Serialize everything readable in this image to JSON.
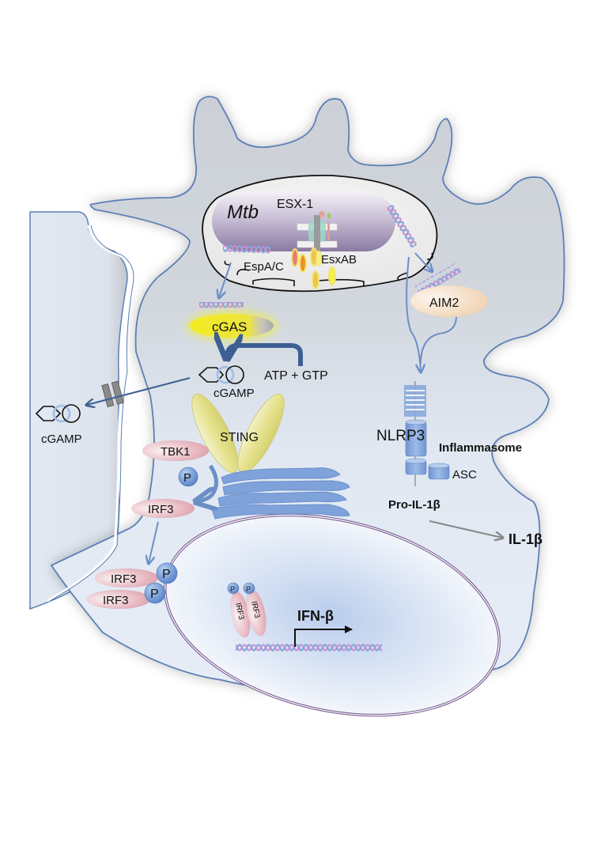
{
  "diagram": {
    "title": "Mtb sensing via cGAS-STING and AIM2/NLRP3 inflammasome",
    "labels": {
      "mtb": "Mtb",
      "esx1": "ESX-1",
      "espac": "EspA/C",
      "esxab": "EsxAB",
      "cgas": "cGAS",
      "atp_gtp": "ATP + GTP",
      "cgamp_inner": "cGAMP",
      "cgamp_outer": "cGAMP",
      "sting": "STING",
      "tbk1": "TBK1",
      "p": "P",
      "irf3": "IRF3",
      "aim2": "AIM2",
      "nlrp3": "NLRP3",
      "inflammasome": "Inflammasome",
      "asc": "ASC",
      "pro_il1b": "Pro-IL-1β",
      "il1b": "IL-1β",
      "ifnb": "IFN-β"
    },
    "colors": {
      "cytoplasm_gray": "#c9cdd3",
      "cytoplasm_blue": "#e4ebf5",
      "membrane": "#5b7fb5",
      "phagosome": "#ebebeb",
      "mtb_purple": "#8f7fa6",
      "cgas_yellow": "#f2ea2a",
      "sting_yellow": "#e8e6a0",
      "er_blue": "#7b9fd8",
      "protein_pink": "#e9b7bf",
      "aim2_peach": "#f7e0c8",
      "phospho_blue": "#6f97d6",
      "nlrp3_blue": "#7aa0d8",
      "arrow_blue": "#6d8fc7",
      "cgas_arrow": "#3d5f94",
      "il1b_arrow": "#888888"
    }
  }
}
